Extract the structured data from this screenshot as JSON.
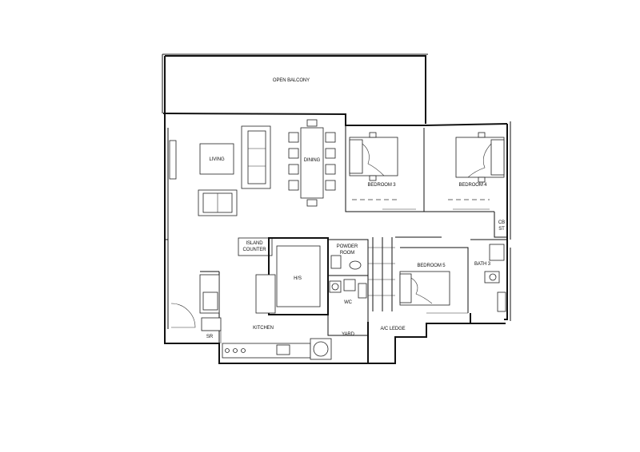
{
  "rooms": {
    "open_balcony": "OPEN BALCONY",
    "living": "LIVING",
    "dining": "DINING",
    "bedroom_3": "BEDROOM 3",
    "bedroom_4": "BEDROOM 4",
    "cb_st_line1": "CB",
    "cb_st_line2": "ST",
    "island_counter_line1": "ISLAND",
    "island_counter_line2": "COUNTER",
    "hs": "H/S",
    "powder_room_line1": "POWDER",
    "powder_room_line2": "ROOM",
    "bedroom_5": "BEDROOM 5",
    "bath_3": "BATH 3",
    "wc": "WC",
    "kitchen": "KITCHEN",
    "sr": "SR",
    "yard": "YARD",
    "ac_ledge": "A/C LEDGE"
  }
}
